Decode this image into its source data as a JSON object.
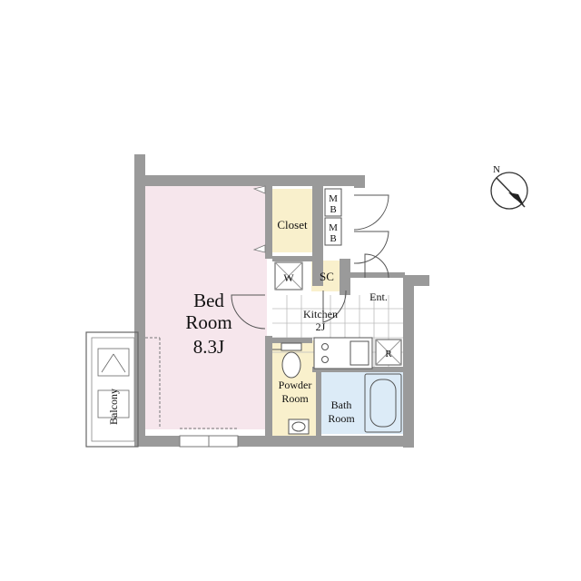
{
  "rooms": {
    "bedroom": {
      "name": "Bed",
      "name2": "Room",
      "size": "8.3J",
      "fill": "#f6e6ec"
    },
    "closet": {
      "name": "Closet",
      "fill": "#f9f0cc"
    },
    "mb1": {
      "top": "M",
      "bottom": "B"
    },
    "mb2": {
      "top": "M",
      "bottom": "B"
    },
    "washer": {
      "name": "W"
    },
    "shoe_closet": {
      "name": "SC",
      "fill": "#f9f0cc"
    },
    "entrance": {
      "name": "Ent."
    },
    "kitchen": {
      "name": "Kitchen",
      "size": "2J"
    },
    "refrigerator": {
      "name": "R"
    },
    "powder_room": {
      "name": "Powder",
      "name2": "Room",
      "fill": "#f9f0cc"
    },
    "bath_room": {
      "name": "Bath",
      "name2": "Room",
      "fill": "#dcebf7"
    },
    "balcony": {
      "name": "Balcony"
    }
  },
  "compass": {
    "label": "N"
  },
  "colors": {
    "wall": "#9a9a9a",
    "line": "#555555"
  }
}
